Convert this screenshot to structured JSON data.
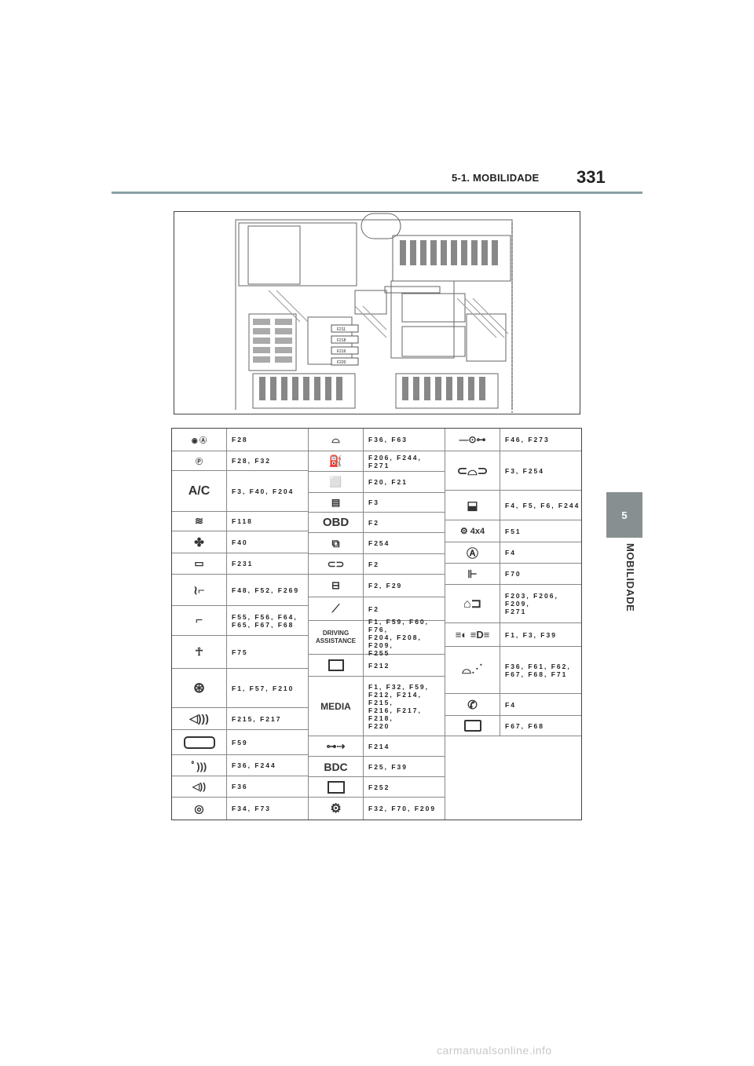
{
  "header": {
    "section": "5-1. MOBILIDADE",
    "page_number": "331"
  },
  "side_tab": {
    "number": "5",
    "label": "MOBILIDADE"
  },
  "diagram": {
    "labels": [
      "F211",
      "F218",
      "F216",
      "F220"
    ]
  },
  "table": {
    "col1": [
      {
        "icon": "abs-airbag-icon",
        "fuses": "F28"
      },
      {
        "icon": "parking-brake-icon",
        "fuses": "F28, F32"
      },
      {
        "icon": "ac-icon",
        "icon_text": "A/C",
        "fuses": "F3, F40, F204"
      },
      {
        "icon": "seat-heat-icon",
        "fuses": "F118"
      },
      {
        "icon": "fan-icon",
        "fuses": "F40"
      },
      {
        "icon": "rear-defrost-icon",
        "fuses": "F231"
      },
      {
        "icon": "heated-seat-icon",
        "fuses": "F48, F52, F269"
      },
      {
        "icon": "seat-icon",
        "fuses": "F55, F56, F64,\nF65, F67, F68"
      },
      {
        "icon": "seatbelt-icon",
        "fuses": "F75"
      },
      {
        "icon": "steering-wheel-icon",
        "fuses": "F1, F57, F210"
      },
      {
        "icon": "speaker-icon",
        "fuses": "F215, F217"
      },
      {
        "icon": "mirror-icon",
        "fuses": "F59"
      },
      {
        "icon": "antenna-icon",
        "fuses": "F36, F244"
      },
      {
        "icon": "horn-icon",
        "fuses": "F36"
      },
      {
        "icon": "instrument-cluster-icon",
        "fuses": "F34, F73"
      }
    ],
    "col2": [
      {
        "icon": "sunroof-icon",
        "fuses": "F36, F63"
      },
      {
        "icon": "fuel-icon",
        "fuses": "F206, F244, F271"
      },
      {
        "icon": "window-icon",
        "fuses": "F20, F21"
      },
      {
        "icon": "radio-icon",
        "fuses": "F3"
      },
      {
        "icon": "obd-icon",
        "icon_text": "OBD",
        "fuses": "F2"
      },
      {
        "icon": "battery-case-icon",
        "fuses": "F254"
      },
      {
        "icon": "tow-icon",
        "fuses": "F2"
      },
      {
        "icon": "camera-car-icon",
        "fuses": "F2, F29"
      },
      {
        "icon": "wiper-icon",
        "fuses": "F2"
      },
      {
        "icon": "driving-assistance-icon",
        "icon_text": "DRIVING\nASSISTANCE",
        "fuses": "F1, F59, F60, F76,\nF204, F208, F209,\nF255"
      },
      {
        "icon": "display-icon",
        "fuses": "F212"
      },
      {
        "icon": "media-icon",
        "icon_text": "MEDIA",
        "fuses": "F1, F32, F59,\nF212, F214, F215,\nF216, F217, F218,\nF220"
      },
      {
        "icon": "usb-icon",
        "fuses": "F214"
      },
      {
        "icon": "bdc-icon",
        "icon_text": "BDC",
        "fuses": "F25, F39"
      },
      {
        "icon": "battery-icon",
        "fuses": "F252"
      },
      {
        "icon": "gear-icon",
        "fuses": "F32, F70, F209"
      }
    ],
    "col3": [
      {
        "icon": "key-icon",
        "fuses": "F46, F273"
      },
      {
        "icon": "car-icon",
        "fuses": "F3, F254"
      },
      {
        "icon": "door-icon",
        "fuses": "F4, F5, F6, F244"
      },
      {
        "icon": "4x4-icon",
        "icon_text": "4x4",
        "fuses": "F51"
      },
      {
        "icon": "auto-icon",
        "fuses": "F4"
      },
      {
        "icon": "thermometer-icon",
        "fuses": "F70"
      },
      {
        "icon": "engine-icon",
        "fuses": "F203, F206, F209,\nF271"
      },
      {
        "icon": "headlight-icon",
        "fuses": "F1, F3, F39"
      },
      {
        "icon": "interior-light-icon",
        "fuses": "F36, F61, F62,\nF67, F68, F71"
      },
      {
        "icon": "phone-icon",
        "fuses": "F4"
      },
      {
        "icon": "tablet-icon",
        "fuses": "F67, F68"
      }
    ]
  },
  "footer": {
    "watermark": "carmanualsonline.info"
  }
}
